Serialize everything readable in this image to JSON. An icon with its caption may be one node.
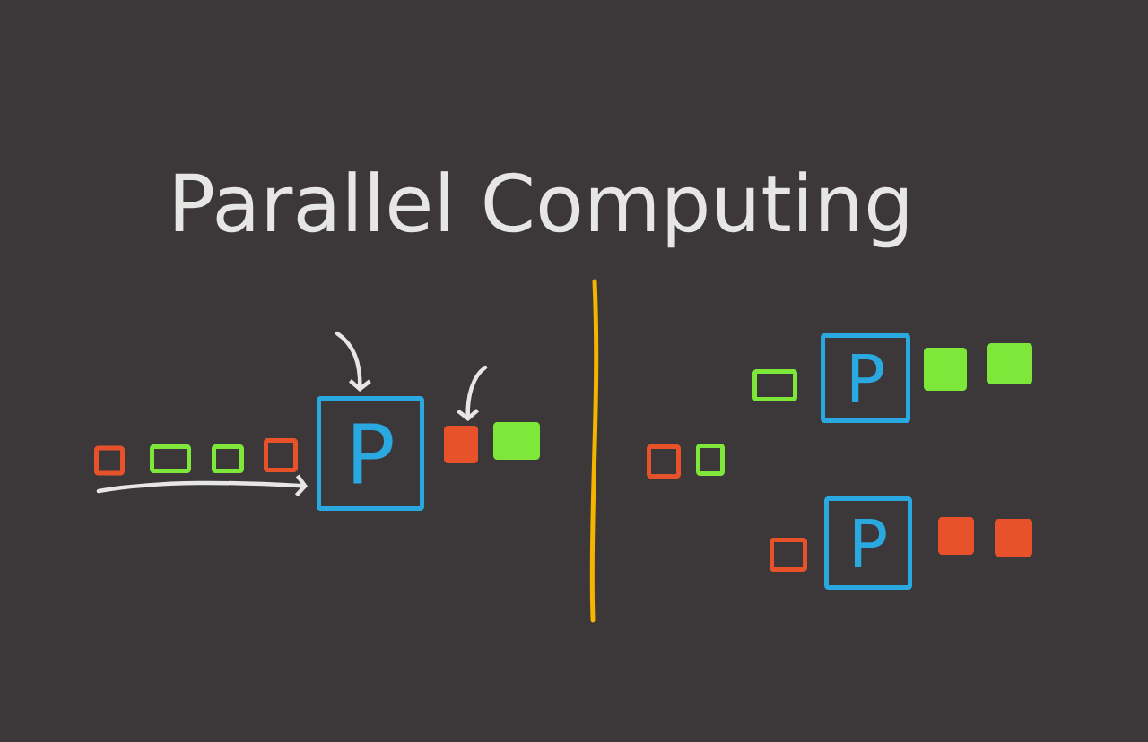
{
  "diagram": {
    "title": "Parallel Computing",
    "nodes": [
      {
        "text": [],
        "shape": "box"
      },
      {
        "text": [],
        "shape": "box"
      },
      {
        "text": [],
        "shape": "box"
      },
      {
        "text": [],
        "shape": "box"
      },
      {
        "text": [
          "P"
        ]
      },
      {
        "text": [],
        "shape": "box"
      },
      {
        "text": [],
        "shape": "box"
      },
      {
        "text": [],
        "shape": "box"
      },
      {
        "text": [],
        "shape": "box"
      },
      {
        "text": [],
        "shape": "box"
      },
      {
        "text": [
          "P"
        ]
      },
      {
        "text": [],
        "shape": "box"
      },
      {
        "text": [],
        "shape": "box"
      },
      {
        "text": [],
        "shape": "box"
      },
      {
        "text": [
          "P"
        ]
      },
      {
        "text": [],
        "shape": "box"
      },
      {
        "text": [],
        "shape": "box"
      }
    ],
    "edges": [
      {
        "from": null,
        "to": 4,
        "arrow": "to"
      },
      {
        "from": null,
        "to": 4,
        "arrow": "to"
      },
      {
        "from": null,
        "to": 5,
        "arrow": "to"
      }
    ]
  }
}
